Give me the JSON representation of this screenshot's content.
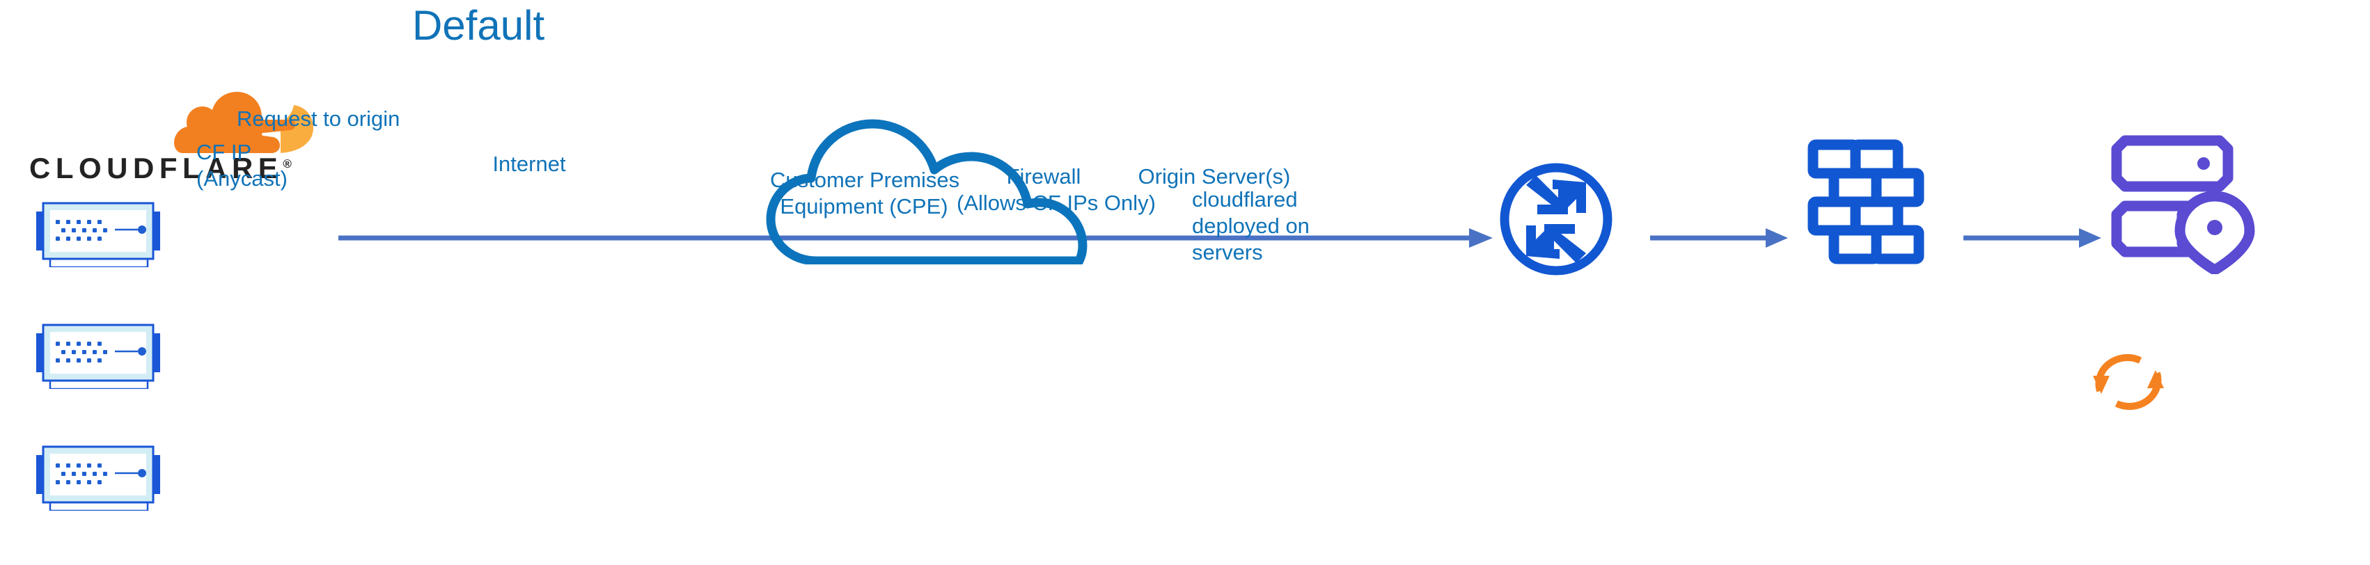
{
  "title": "Default",
  "colors": {
    "title_blue": "#1073b8",
    "label_blue": "#1073b8",
    "cloud_blue": "#0c74bc",
    "icon_blue": "#1257d2",
    "server_blue": "#1a56d6",
    "server_inner": "#d3edf5",
    "arrow_blue": "#4a72c4",
    "origin_purple": "#5a4bd2",
    "cloudflare_orange": "#f38020",
    "cloudflare_orange_light": "#faad3f",
    "wordmark_black": "#232323"
  },
  "brand": {
    "wordmark": "CLOUDFLARE",
    "registered_mark": "®",
    "logo_icon": "cloudflare-cloud-logo"
  },
  "servers": [
    {
      "name": "cloudflare-server-1"
    },
    {
      "name": "cloudflare-server-2"
    },
    {
      "name": "cloudflare-server-3"
    }
  ],
  "flow": {
    "request_label": "Request to origin",
    "source_ip_label": "CF IP\n(Anycast)",
    "arrow_icon": "right-arrow"
  },
  "nodes": [
    {
      "id": "internet",
      "label": "Internet",
      "icon": "cloud-icon"
    },
    {
      "id": "cpe",
      "label": "Customer Premises\nEquipment (CPE)",
      "icon": "router-icon"
    },
    {
      "id": "firewall",
      "label": "Firewall\n(Allows CF IPs Only)",
      "icon": "brick-wall-icon"
    },
    {
      "id": "origin",
      "label": "Origin Server(s)",
      "icon": "server-rack-location-pin-icon"
    }
  ],
  "annotations": [
    {
      "id": "cloudflared",
      "label": "cloudflared\ndeployed on\nservers",
      "icon": "sync-arrows-icon"
    }
  ]
}
